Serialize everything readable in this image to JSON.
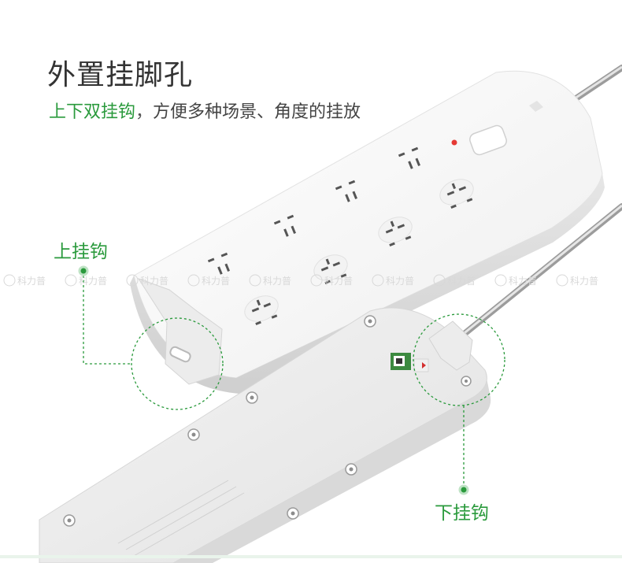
{
  "heading": {
    "title": "外置挂脚孔",
    "subtitle_accent": "上下双挂钩",
    "subtitle_separator": "，",
    "subtitle_rest": "方便多种场景、角度的挂放"
  },
  "callouts": {
    "top_hook": "上挂钩",
    "bottom_hook": "下挂钩"
  },
  "watermark": {
    "text": "科力普"
  },
  "colors": {
    "accent_green": "#2a9a3c",
    "indicator_red": "#e53935",
    "body_white": "#f7f7f7"
  }
}
